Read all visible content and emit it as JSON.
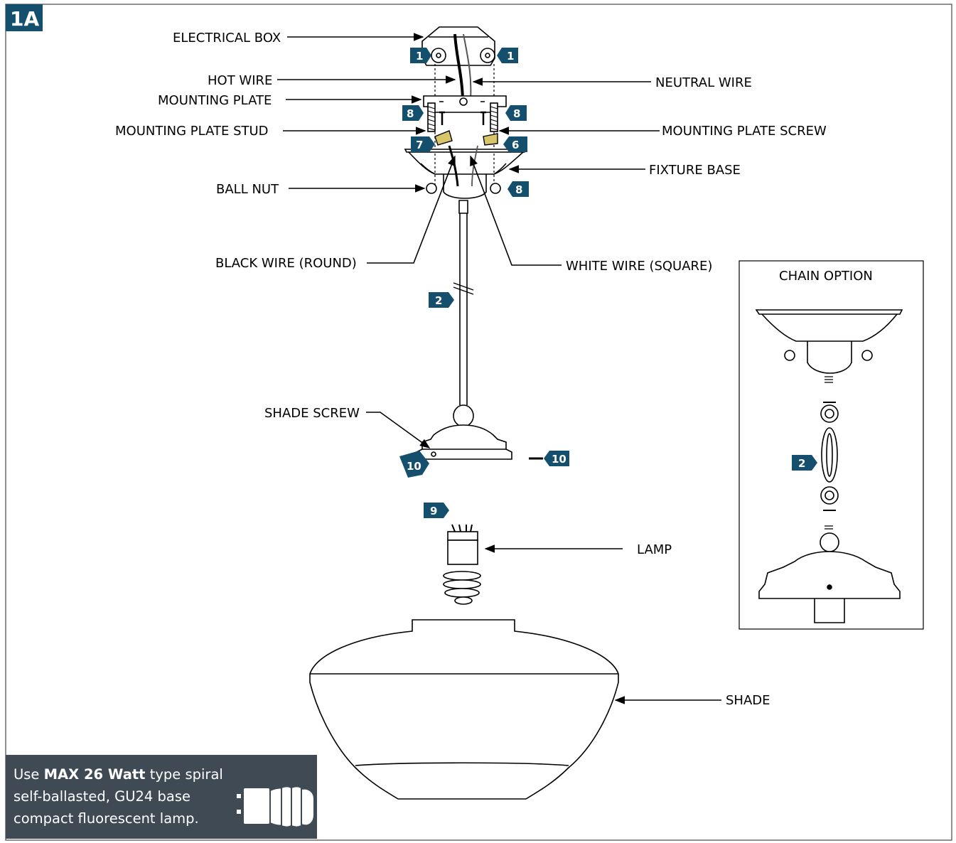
{
  "figure_tag": "1A",
  "labels": {
    "electrical_box": "ELECTRICAL BOX",
    "hot_wire": "HOT WIRE",
    "neutral_wire": "NEUTRAL WIRE",
    "mounting_plate": "MOUNTING PLATE",
    "mounting_plate_stud": "MOUNTING PLATE STUD",
    "mounting_plate_screw": "MOUNTING PLATE SCREW",
    "fixture_base": "FIXTURE BASE",
    "ball_nut": "BALL NUT",
    "black_wire": "BLACK WIRE (ROUND)",
    "white_wire": "WHITE WIRE (SQUARE)",
    "shade_screw": "SHADE SCREW",
    "lamp": "LAMP",
    "shade": "SHADE",
    "chain_option": "CHAIN OPTION"
  },
  "steps": {
    "s1": "1",
    "s2": "2",
    "s6": "6",
    "s7": "7",
    "s8": "8",
    "s9": "9",
    "s10": "10"
  },
  "note": {
    "prefix": "Use ",
    "bold": "MAX 26 Watt",
    "line1_rest": " type spiral",
    "line2": "self-ballasted, GU24 base",
    "line3": "compact fluorescent lamp."
  },
  "colors": {
    "badge": "#14506e",
    "note_bg": "#3f4a54",
    "line": "#000000"
  }
}
